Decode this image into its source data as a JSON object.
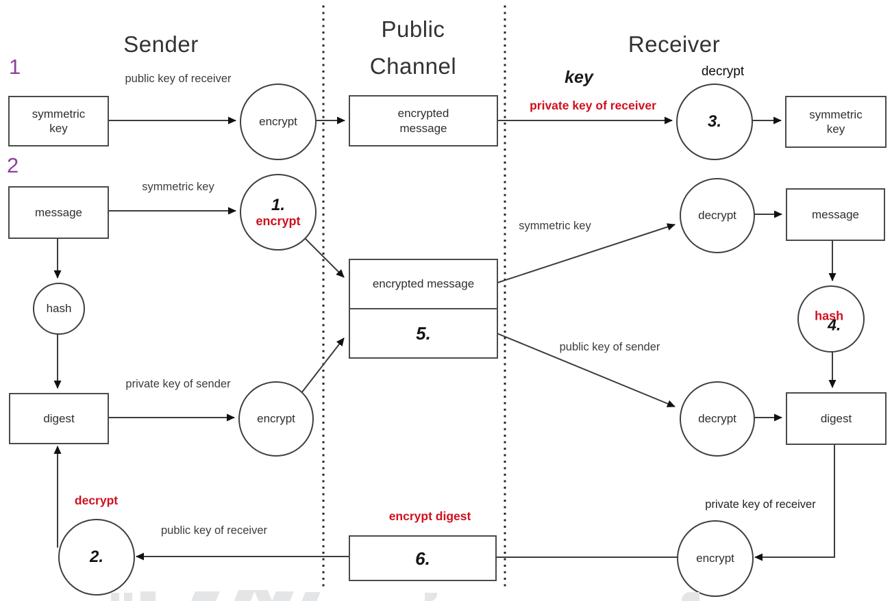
{
  "colors": {
    "red": "#d0101e",
    "purple": "#8e3f9e",
    "line": "#3b3b3b"
  },
  "headings": {
    "sender": "Sender",
    "public": "Public",
    "channel": "Channel",
    "receiver": "Receiver"
  },
  "markers": {
    "step1": "1",
    "step2": "2"
  },
  "boxes": {
    "symmetric_key_left": "symmetric key",
    "encrypted_message_top": "encrypted message",
    "symmetric_key_right": "symmetric key",
    "message_left": "message",
    "encrypted_message_center": "encrypted message",
    "center_step": "5.",
    "message_right": "message",
    "digest_left": "digest",
    "digest_right": "digest",
    "bottom_step": "6."
  },
  "circles": {
    "encrypt_top": "encrypt",
    "step3": "3.",
    "step1": "1.",
    "step1_note": "encrypt",
    "hash_left": "hash",
    "encrypt_left": "encrypt",
    "decrypt_right_top": "decrypt",
    "step4": "4.",
    "step4_note": "hash",
    "decrypt_right_bottom": "decrypt",
    "encrypt_bottom": "encrypt",
    "step2": "2."
  },
  "labels": {
    "public_key_of_receiver_top": "public key of receiver",
    "key_note": "key",
    "private_key_of_receiver_red": "private key of receiver",
    "decrypt_note_top": "decrypt",
    "symmetric_key_sender": "symmetric key",
    "symmetric_key_receiver": "symmetric key",
    "public_key_of_sender": "public key of sender",
    "private_key_of_sender": "private key of sender",
    "private_key_of_receiver_bottom": "private key of receiver",
    "public_key_of_receiver_bottom": "public key of receiver",
    "encrypt_digest_red": "encrypt digest",
    "decrypt_red": "decrypt"
  }
}
